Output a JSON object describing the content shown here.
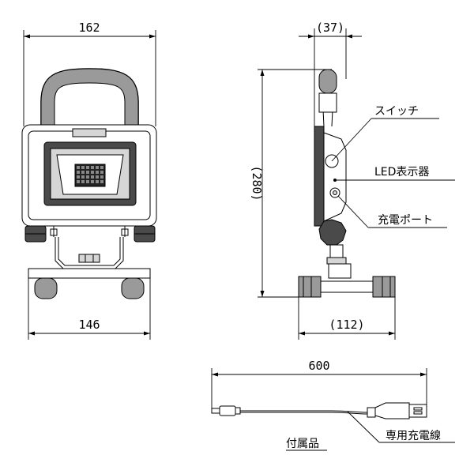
{
  "front_view": {
    "width_top": "162",
    "width_bottom": "146"
  },
  "side_view": {
    "depth_top": "(37)",
    "height": "(280)",
    "stand_width": "(112)",
    "callouts": {
      "switch": "スイッチ",
      "led_indicator": "LED表示器",
      "charge_port": "充電ポート"
    }
  },
  "accessory": {
    "cable_length": "600",
    "accessories_heading": "付属品",
    "cable_label": "専用充電線"
  }
}
